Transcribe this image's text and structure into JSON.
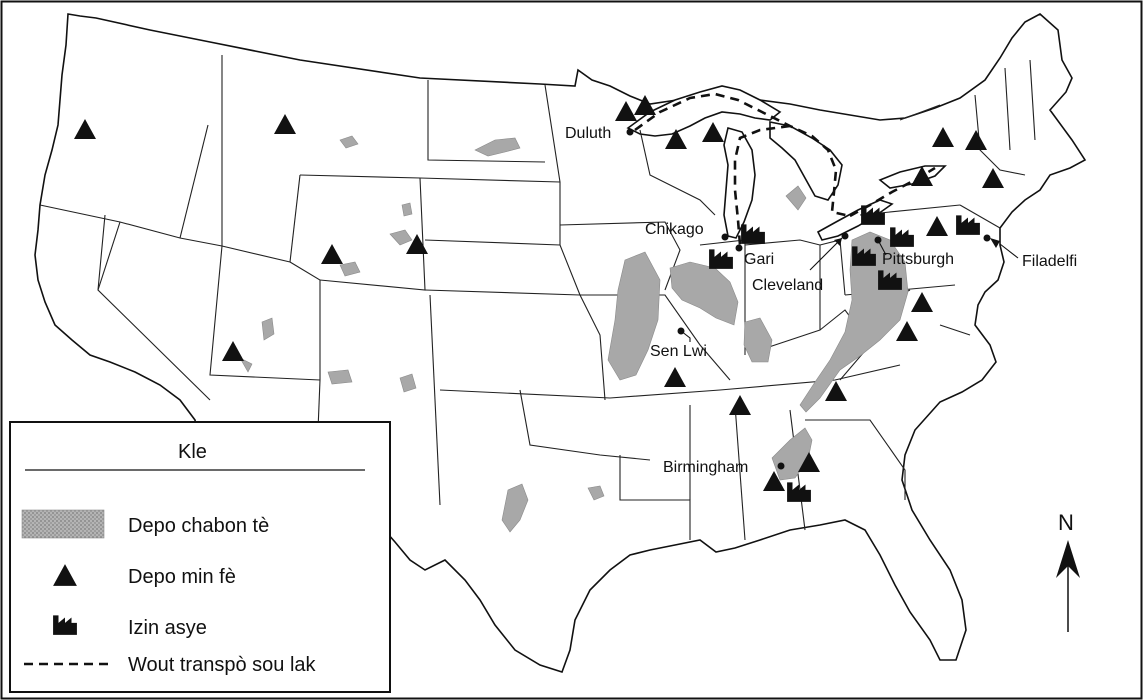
{
  "cities": {
    "duluth": "Duluth",
    "chicago": "Chikago",
    "gary": "Gari",
    "cleveland": "Cleveland",
    "pittsburgh": "Pittsburgh",
    "philadelphia": "Filadelfi",
    "st_louis": "Sen Lwi",
    "birmingham": "Birmingham"
  },
  "legend": {
    "title": "Kle",
    "items": [
      {
        "symbol": "coal-deposit-swatch",
        "label": "Depo chabon tè"
      },
      {
        "symbol": "triangle-icon",
        "label": "Depo min fè"
      },
      {
        "symbol": "factory-icon",
        "label": "Izin asye"
      },
      {
        "symbol": "dashed-line",
        "label": "Wout transpò sou lak"
      }
    ]
  },
  "compass": {
    "label": "N"
  },
  "colors": {
    "coal": "#a8a8a8",
    "ink": "#111111",
    "background": "#ffffff"
  }
}
